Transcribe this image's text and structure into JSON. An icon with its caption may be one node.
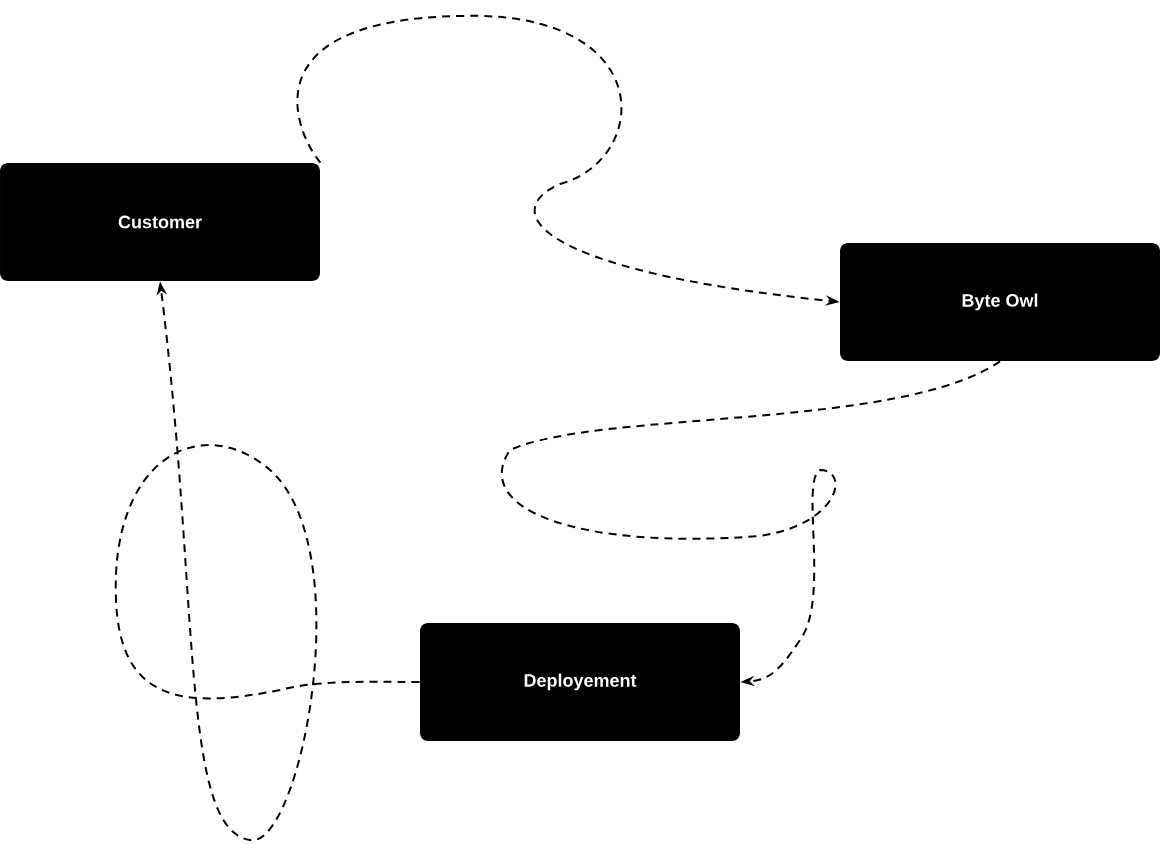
{
  "diagram": {
    "nodes": [
      {
        "text": [
          "Customer"
        ]
      },
      {
        "text": [
          "Byte Owl"
        ]
      },
      {
        "text": [
          "Deployement"
        ]
      }
    ],
    "edges": [
      {
        "from": 0,
        "to": 1,
        "arrow": "to",
        "style": "dashed"
      },
      {
        "from": 1,
        "to": 2,
        "arrow": "to",
        "style": "dashed"
      },
      {
        "from": 2,
        "to": 0,
        "arrow": "to",
        "style": "dashed"
      }
    ]
  }
}
